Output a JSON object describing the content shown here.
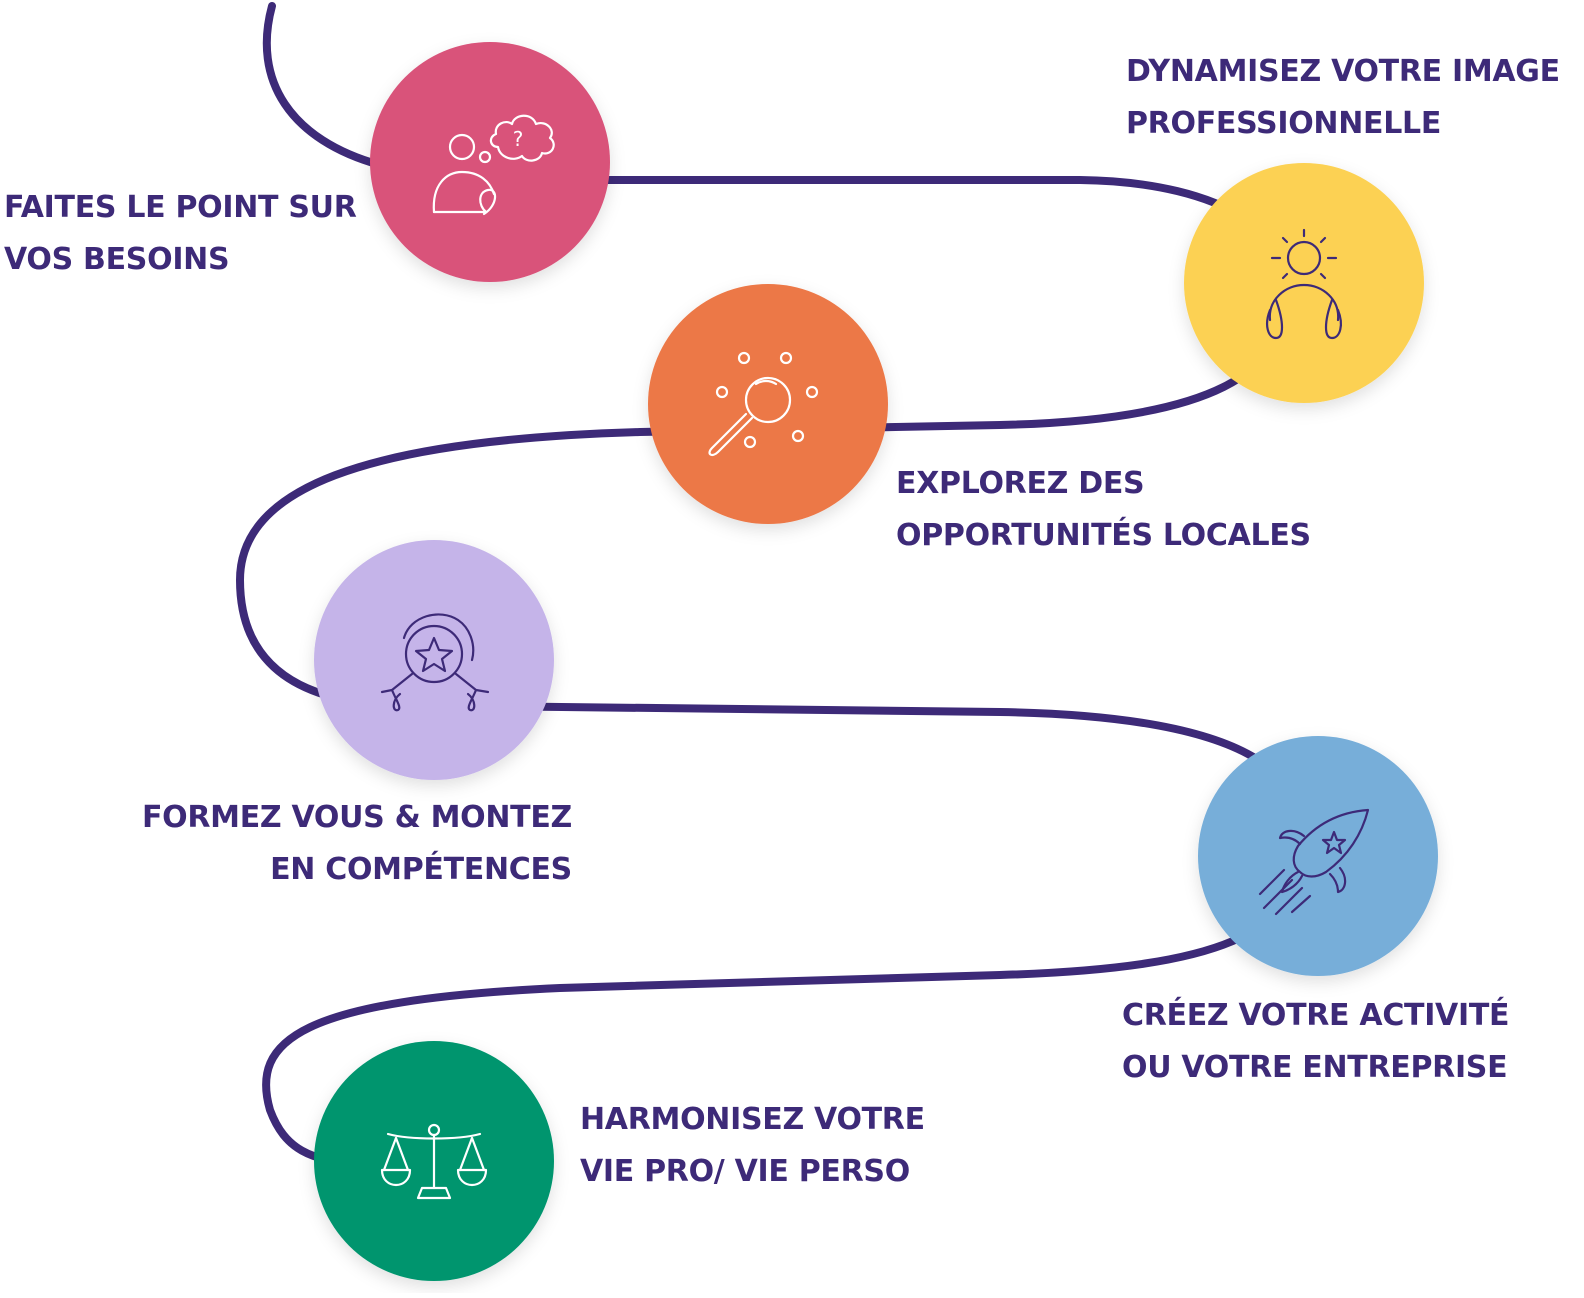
{
  "colors": {
    "path": "#3d2a78",
    "text": "#3d2a78",
    "icon_light": "#ffffff",
    "icon_dark": "#3d2a78"
  },
  "steps": [
    {
      "line1": "FAITES LE POINT SUR",
      "line2": "VOS BESOINS",
      "color": "#d9527a",
      "icon": "thinking-person-icon"
    },
    {
      "line1": "DYNAMISEZ VOTRE IMAGE",
      "line2": "PROFESSIONNELLE",
      "color": "#fcd153",
      "icon": "shining-person-icon"
    },
    {
      "line1": "EXPLOREZ DES",
      "line2": "OPPORTUNITÉS LOCALES",
      "color": "#ec7847",
      "icon": "magnifier-icon"
    },
    {
      "line1": "FORMEZ VOUS & MONTEZ",
      "line2": "EN COMPÉTENCES",
      "color": "#c5b4e9",
      "icon": "medal-icon"
    },
    {
      "line1": "CRÉEZ VOTRE ACTIVITÉ",
      "line2": "OU VOTRE ENTREPRISE",
      "color": "#77aed9",
      "icon": "rocket-icon"
    },
    {
      "line1": "HARMONISEZ VOTRE",
      "line2": "VIE PRO/ VIE PERSO",
      "color": "#00956e",
      "icon": "balance-scale-icon"
    }
  ]
}
